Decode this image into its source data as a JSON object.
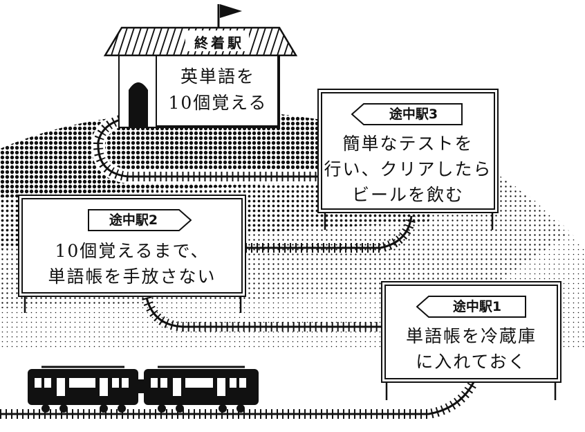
{
  "final_station": {
    "name": "終着駅",
    "lines": [
      "英単語を",
      "10個覚える"
    ]
  },
  "stations": [
    {
      "id": "3",
      "label": "途中駅3",
      "lines": [
        "簡単なテストを",
        "行い、クリアしたら",
        "ビールを飲む"
      ]
    },
    {
      "id": "2",
      "label": "途中駅2",
      "lines": [
        "10個覚えるまで、",
        "単語帳を手放さない"
      ]
    },
    {
      "id": "1",
      "label": "途中駅1",
      "lines": [
        "単語帳を冷蔵庫",
        "に入れておく"
      ]
    }
  ],
  "colors": {
    "ink": "#111111",
    "paper": "#ffffff"
  }
}
